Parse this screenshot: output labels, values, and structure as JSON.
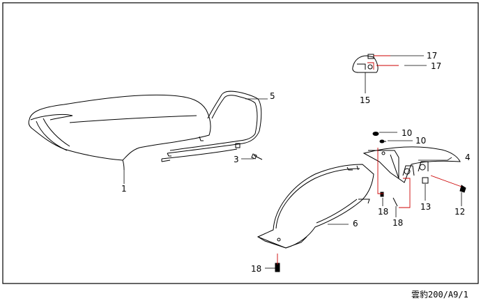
{
  "callouts": {
    "c1": "1",
    "c3": "3",
    "c4": "4",
    "c5": "5",
    "c6": "6",
    "c10a": "10",
    "c10b": "10",
    "c12": "12",
    "c13": "13",
    "c15": "15",
    "c17a": "17",
    "c17b": "17",
    "c18a": "18",
    "c18b": "18",
    "c18c": "18"
  },
  "footer": {
    "code": "雲豹200/A9/1"
  },
  "colors": {
    "line": "#000000",
    "leader_red": "#cc0000",
    "background": "#ffffff"
  }
}
